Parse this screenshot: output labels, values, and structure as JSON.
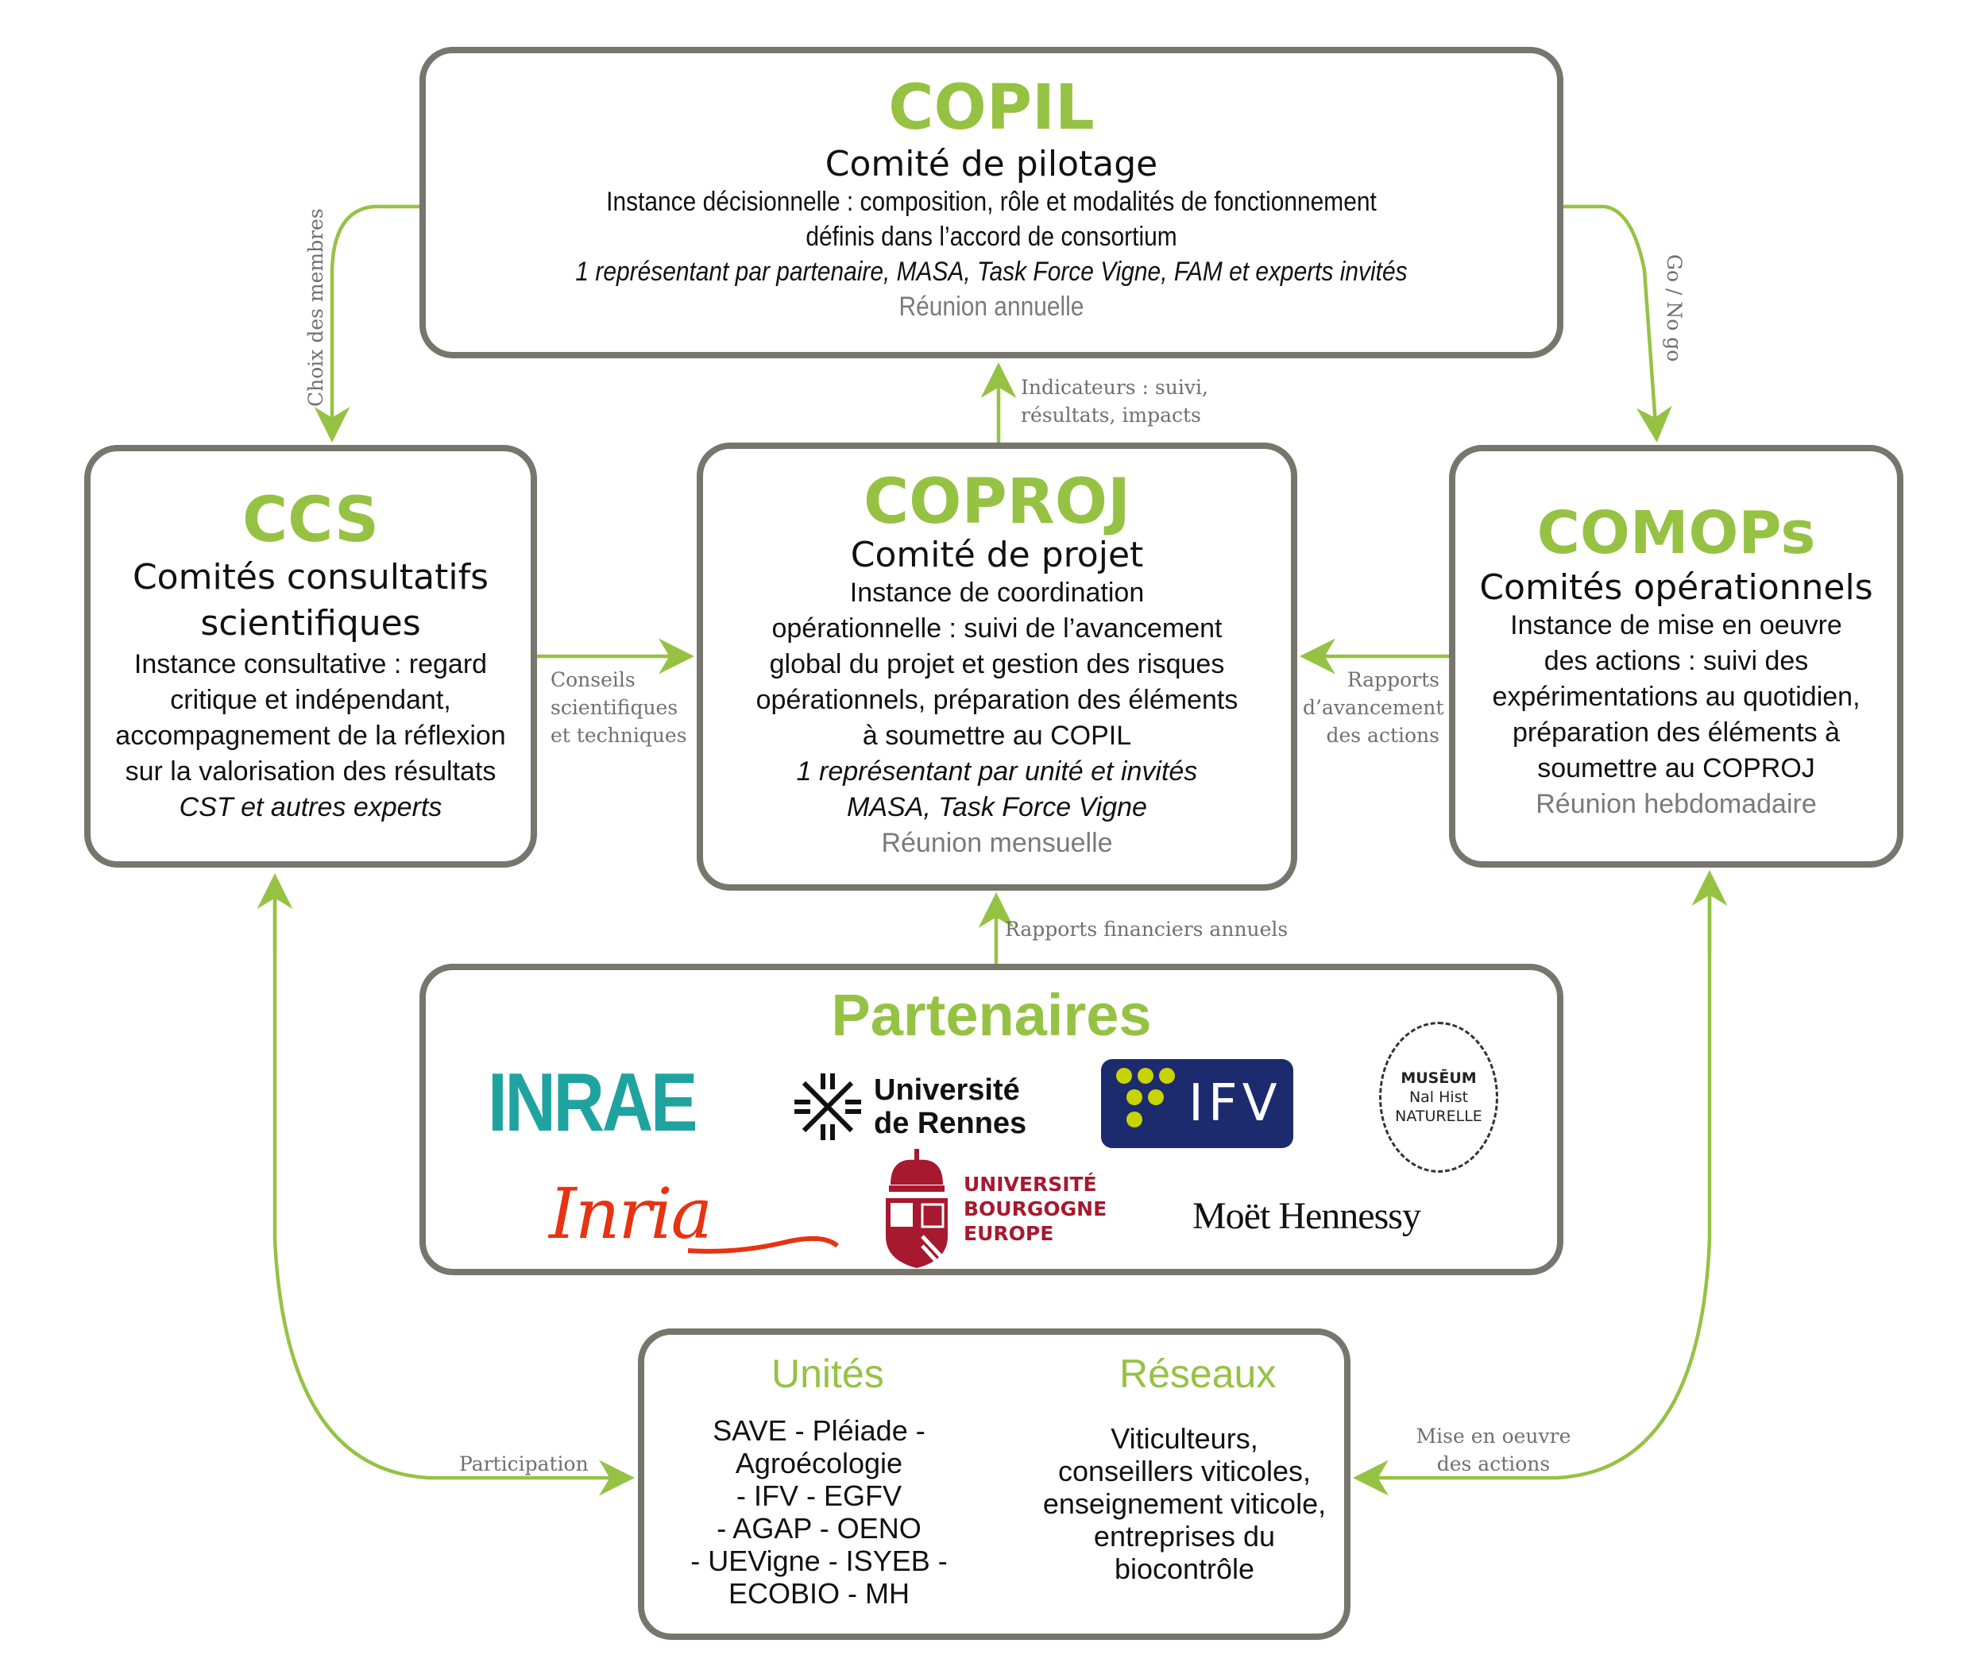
{
  "colors": {
    "accent_green": "#96c244",
    "box_border": "#76766c",
    "label_gray": "#707070",
    "meeting_gray": "#7a7a7a"
  },
  "copil": {
    "acronym": "COPIL",
    "title": "Comité de pilotage",
    "description": [
      "Instance décisionnelle : composition, rôle et modalités de fonctionnement",
      "définis dans l’accord de consortium"
    ],
    "members": "1 représentant par partenaire, MASA, Task Force Vigne, FAM et experts invités",
    "meeting": "Réunion annuelle"
  },
  "ccs": {
    "acronym": "CCS",
    "title": [
      "Comités consultatifs",
      "scientifiques"
    ],
    "description": [
      "Instance consultative : regard",
      "critique et indépendant,",
      "accompagnement de la réflexion",
      "sur la valorisation des résultats"
    ],
    "members": "CST et autres experts"
  },
  "coproj": {
    "acronym": "COPROJ",
    "title": "Comité de projet",
    "description": [
      "Instance de coordination",
      "opérationnelle : suivi de l’avancement",
      "global du projet et gestion des risques",
      "opérationnels, préparation des éléments",
      "à soumettre au COPIL"
    ],
    "members": [
      "1 représentant par unité et invités",
      "MASA, Task Force Vigne"
    ],
    "meeting": "Réunion mensuelle"
  },
  "comops": {
    "acronym": "COMOPs",
    "title": "Comités opérationnels",
    "description": [
      "Instance de mise en oeuvre",
      "des actions : suivi des",
      "expérimentations au quotidien,",
      "préparation des éléments à",
      "soumettre au COPROJ"
    ],
    "meeting": "Réunion hebdomadaire"
  },
  "partners": {
    "title": "Partenaires",
    "logos": [
      {
        "name": "INRAE",
        "text": "INRAE",
        "color": "#1fa3a1"
      },
      {
        "name": "Université de Rennes",
        "text": [
          "Université",
          "de Rennes"
        ],
        "color": "#111111"
      },
      {
        "name": "IFV",
        "text": "IFV",
        "color": "#1c2a6e",
        "dot_color": "#c8d400"
      },
      {
        "name": "Muséum national d'Histoire naturelle",
        "text": [
          "MUSĒUM",
          "Nal Hist",
          "NATURELLE"
        ],
        "color": "#222222"
      },
      {
        "name": "Inria",
        "text": "Inria",
        "color": "#e63312"
      },
      {
        "name": "Université Bourgogne Europe",
        "text": [
          "UNIVERSITÉ",
          "BOURGOGNE",
          "EUROPE"
        ],
        "color": "#a6192e"
      },
      {
        "name": "Moët Hennessy",
        "text": "Moët Hennessy",
        "color": "#111111"
      }
    ]
  },
  "bottom": {
    "units_title": "Unités",
    "networks_title": "Réseaux",
    "units": [
      "SAVE - Pléiade -",
      "Agroécologie",
      "- IFV - EGFV",
      "- AGAP - OENO",
      "- UEVigne - ISYEB -",
      "ECOBIO - MH"
    ],
    "networks": [
      "Viticulteurs,",
      "conseillers viticoles,",
      "enseignement viticole,",
      "entreprises du",
      "biocontrôle"
    ]
  },
  "links": {
    "choix_membres": "Choix des membres",
    "go_no_go": "Go / No go",
    "indicateurs": [
      "Indicateurs : suivi,",
      "résultats, impacts"
    ],
    "conseils": [
      "Conseils",
      "scientifiques",
      "et techniques"
    ],
    "rapports_avancement": [
      "Rapports",
      "d’avancement",
      "des actions"
    ],
    "rapports_financiers": "Rapports financiers annuels",
    "participation": "Participation",
    "mise_en_oeuvre": [
      "Mise en oeuvre",
      "des actions"
    ]
  }
}
